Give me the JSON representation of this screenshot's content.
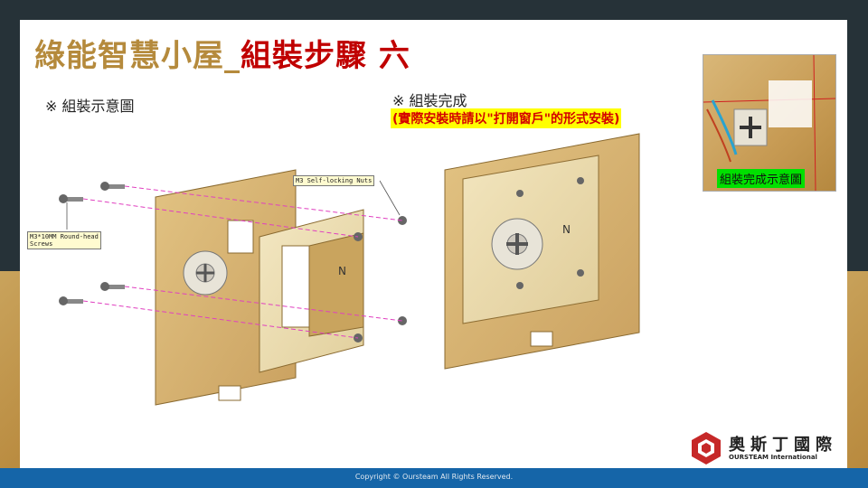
{
  "slide": {
    "title_part1": "綠能智慧小屋_",
    "title_part2": "組裝步驟 六",
    "label_diagram": "※ 組裝示意圖",
    "label_complete": "※ 組裝完成",
    "note_install": "(實際安裝時請以\"打開窗戶\"的形式安裝)",
    "photo_caption": "組裝完成示意圖",
    "callout_nuts": "M3 Self-locking Nuts",
    "callout_screws_line1": "M3*10MM Round-head",
    "callout_screws_line2": "Screws",
    "panel_marker": "N",
    "panel_marker_right": "N"
  },
  "logo": {
    "name_cn": "奧斯丁國際",
    "name_en": "OURSTEAM International"
  },
  "footer": {
    "copyright": "Copyright © Oursteam All Rights Reserved."
  },
  "colors": {
    "title_gold": "#b58a3c",
    "title_red": "#c00000",
    "note_red": "#d40000",
    "note_bg": "#ffff00",
    "caption_bg": "#00e000",
    "footer_blue": "#1565a8",
    "background_dark": "#263238"
  }
}
